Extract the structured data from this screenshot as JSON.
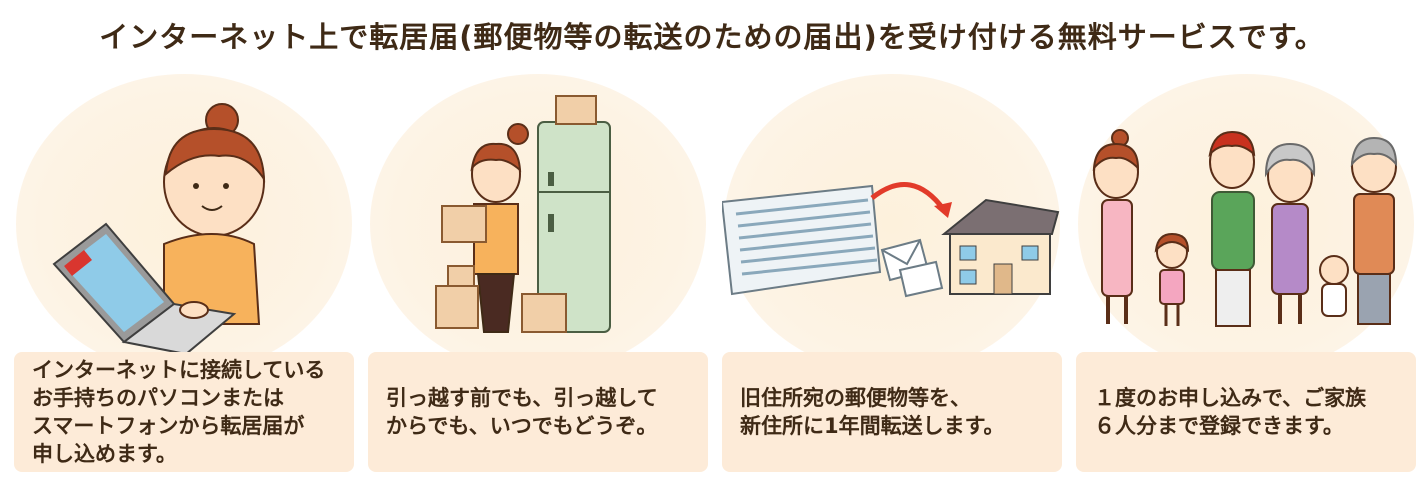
{
  "headline": "インターネット上で転居届(郵便物等の転送のための届出)を受け付ける無料サービスです。",
  "panels": [
    {
      "caption": "インターネットに接続している\nお手持ちのパソコンまたは\nスマートフォンから転居届が\n申し込めます。"
    },
    {
      "caption": "引っ越す前でも、引っ越して\nからでも、いつでもどうぞ。"
    },
    {
      "caption": "旧住所宛の郵便物等を、\n新住所に1年間転送します。"
    },
    {
      "caption": "１度のお申し込みで、ご家族\n６人分まで登録できます。"
    }
  ]
}
